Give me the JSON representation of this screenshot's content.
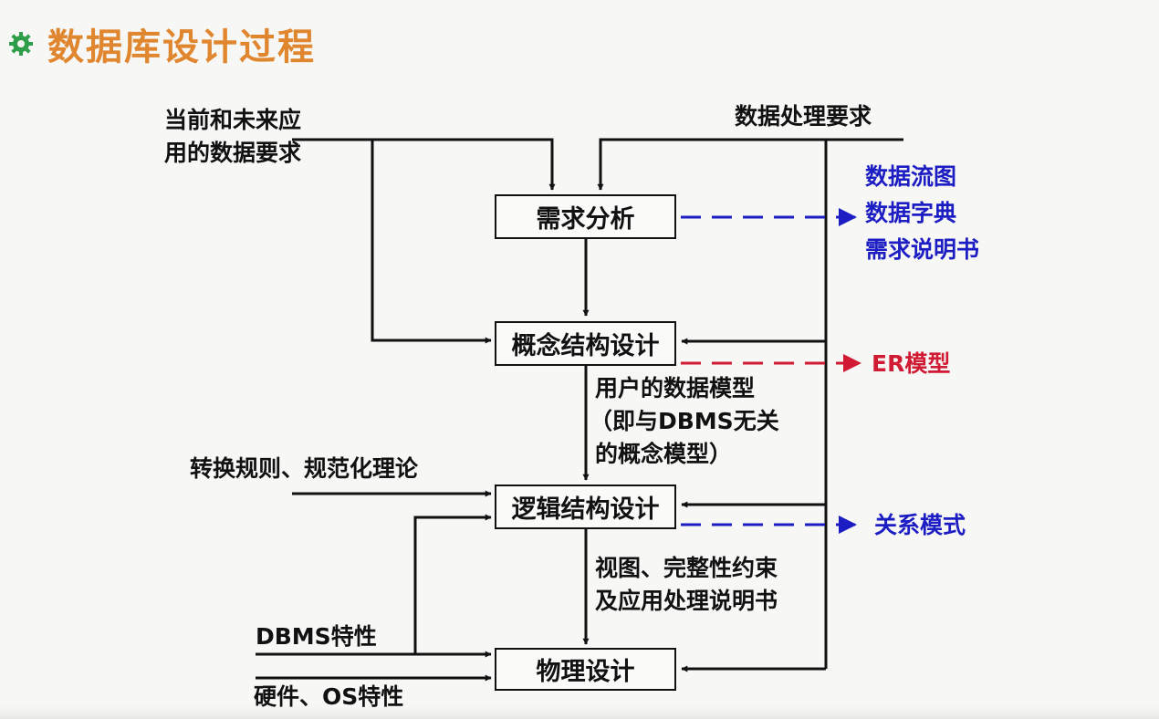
{
  "title": "数据库设计过程",
  "stages": {
    "requirements": "需求分析",
    "conceptual": "概念结构设计",
    "logical": "逻辑结构设计",
    "physical": "物理设计"
  },
  "inputs": {
    "data_requirements": [
      "当前和未来应",
      "用的数据要求"
    ],
    "processing_requirements": "数据处理要求",
    "conversion_rules": "转换规则、规范化理论",
    "dbms_features": "DBMS特性",
    "hardware_os": "硬件、OS特性"
  },
  "intermediate": {
    "user_data_model": [
      "用户的数据模型",
      "（即与DBMS无关",
      "的概念模型）"
    ],
    "views_constraints": [
      "视图、完整性约束",
      "及应用处理说明书"
    ]
  },
  "outputs": {
    "requirements": [
      "数据流图",
      "数据字典",
      "需求说明书"
    ],
    "conceptual": "ER模型",
    "logical": "关系模式"
  },
  "colors": {
    "title": "#e0862e",
    "blue_output": "#1d1dc4",
    "red_output": "#d11a33",
    "bullet": "#2e9e4a"
  },
  "icons": {
    "bullet": "gear-bullet-icon"
  }
}
